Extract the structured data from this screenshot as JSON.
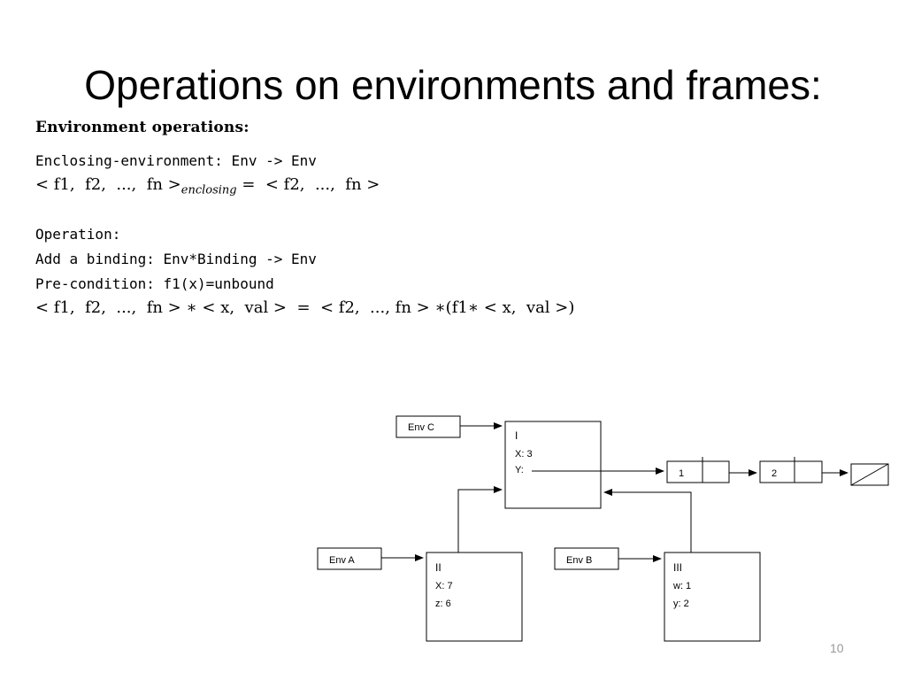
{
  "slide": {
    "title": "Operations on environments and frames:",
    "page_number": "10"
  },
  "content": {
    "heading": "Environment operations:",
    "enclosing_signature": "Enclosing-environment: Env -> Env",
    "enclosing_rule": {
      "lhs": "< f1,  f2,  ...,  fn >",
      "subscript": "enclosing",
      "rhs": " =  < f2,  ...,  fn >"
    },
    "operation_label": "Operation:",
    "add_binding_signature": "Add a binding: Env*Binding -> Env",
    "precondition": "Pre-condition: f1(x)=unbound",
    "binding_rule": "< f1,  f2,  ...,  fn > ∗ < x,  val >  =  < f2,  ..., fn > ∗(f1∗ < x,  val >)"
  },
  "diagram": {
    "env_labels": {
      "env_c": "Env C",
      "env_a": "Env A",
      "env_b": "Env B"
    },
    "frame_i": {
      "name": "I",
      "bindings": [
        "X: 3",
        "Y:"
      ]
    },
    "frame_ii": {
      "name": "II",
      "bindings": [
        "X: 7",
        "z: 6"
      ]
    },
    "frame_iii": {
      "name": "III",
      "bindings": [
        "w: 1",
        "y: 2"
      ]
    },
    "list_cells": [
      "1",
      "2"
    ]
  }
}
